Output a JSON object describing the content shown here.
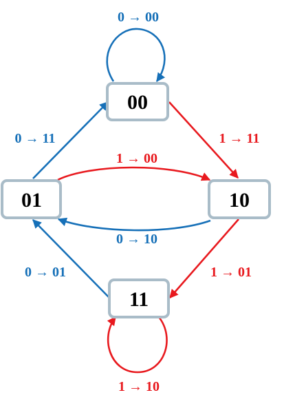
{
  "colors": {
    "input0": "#1670b8",
    "input1": "#e8191e",
    "box_border": "#a9bcc8"
  },
  "states": {
    "s00": "00",
    "s01": "01",
    "s10": "10",
    "s11": "11"
  },
  "transitions": {
    "t00_self": "0 → 00",
    "t00_to_10": "1 → 11",
    "t01_to_00": "0 → 11",
    "t01_to_10": "1 → 00",
    "t10_to_01": "0 → 10",
    "t10_to_11": "1 → 01",
    "t11_to_01": "0 → 01",
    "t11_self": "1 → 10"
  }
}
